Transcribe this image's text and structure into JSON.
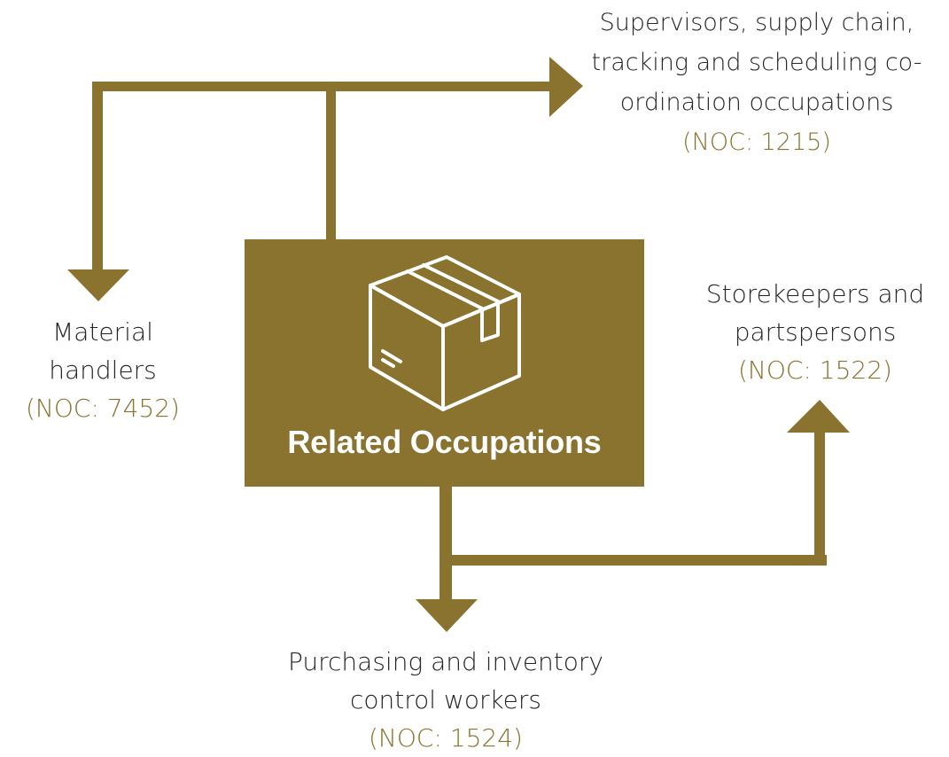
{
  "center": {
    "title": "Related Occupations",
    "icon": "package-box-icon"
  },
  "colors": {
    "accent": "#8a732f",
    "text": "#262626",
    "background": "#ffffff"
  },
  "occupations": {
    "supervisors": {
      "label": "Supervisors, supply chain,\ntracking and scheduling co-\nordination occupations",
      "code": "(NOC: 1215)"
    },
    "material_handlers": {
      "label": "Material\nhandlers",
      "code": "(NOC: 7452)"
    },
    "storekeepers": {
      "label": "Storekeepers and\npartspersons",
      "code": "(NOC: 1522)"
    },
    "purchasing": {
      "label": "Purchasing and inventory\ncontrol workers",
      "code": "(NOC: 1524)"
    }
  }
}
